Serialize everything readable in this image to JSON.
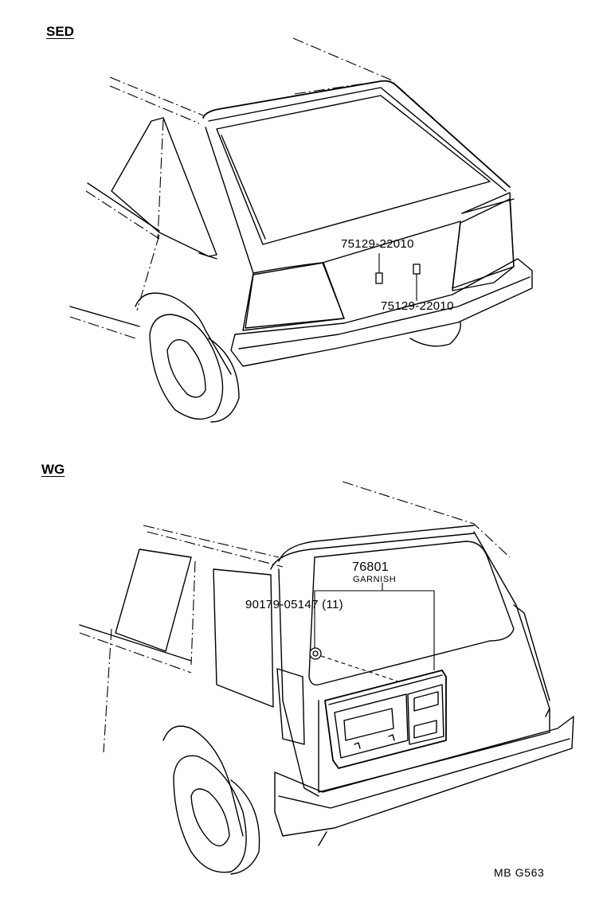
{
  "sections": {
    "sedan": {
      "label": "SED",
      "parts": [
        "75129-22010",
        "75129-22010"
      ]
    },
    "wagon": {
      "label": "WG",
      "garnish_number": "76801",
      "garnish_name": "GARNISH",
      "screw": "90179-05147 (11)"
    }
  },
  "footer": {
    "reference": "MB  G563"
  }
}
